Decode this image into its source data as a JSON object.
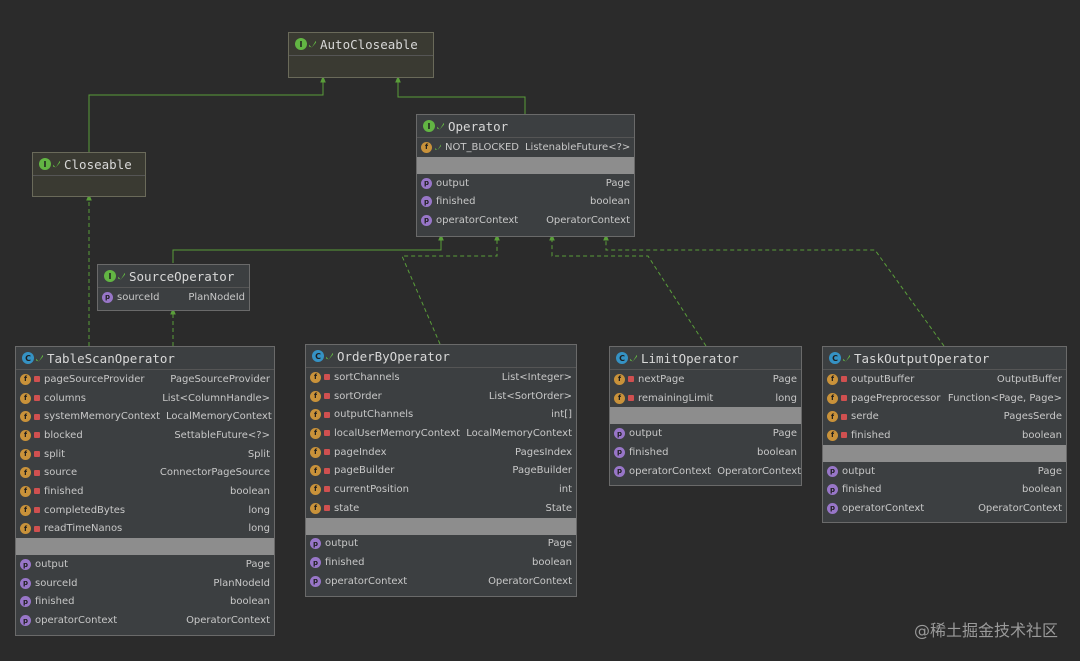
{
  "colors": {
    "background": "#2b2b2b",
    "edge": "#5a9e3a",
    "class_badge": "#3592c4",
    "interface_badge": "#62b543",
    "field_badge": "#c9923a",
    "property_badge": "#9876c8",
    "separator": "#8d8d8d"
  },
  "nodes": {
    "autocloseable": {
      "title": "AutoCloseable",
      "kind": "i"
    },
    "closeable": {
      "title": "Closeable",
      "kind": "i"
    },
    "operator": {
      "title": "Operator",
      "kind": "i",
      "fields": [
        {
          "name": "NOT_BLOCKED",
          "type": "ListenableFuture<?>",
          "badge": "f",
          "access": "public"
        }
      ],
      "props": [
        {
          "name": "output",
          "type": "Page"
        },
        {
          "name": "finished",
          "type": "boolean"
        },
        {
          "name": "operatorContext",
          "type": "OperatorContext"
        }
      ]
    },
    "sourceoperator": {
      "title": "SourceOperator",
      "kind": "i",
      "props": [
        {
          "name": "sourceId",
          "type": "PlanNodeId"
        }
      ]
    },
    "tablescan": {
      "title": "TableScanOperator",
      "kind": "c",
      "fields": [
        {
          "name": "pageSourceProvider",
          "type": "PageSourceProvider"
        },
        {
          "name": "columns",
          "type": "List<ColumnHandle>"
        },
        {
          "name": "systemMemoryContext",
          "type": "LocalMemoryContext"
        },
        {
          "name": "blocked",
          "type": "SettableFuture<?>"
        },
        {
          "name": "split",
          "type": "Split"
        },
        {
          "name": "source",
          "type": "ConnectorPageSource"
        },
        {
          "name": "finished",
          "type": "boolean"
        },
        {
          "name": "completedBytes",
          "type": "long"
        },
        {
          "name": "readTimeNanos",
          "type": "long"
        }
      ],
      "props": [
        {
          "name": "output",
          "type": "Page"
        },
        {
          "name": "sourceId",
          "type": "PlanNodeId"
        },
        {
          "name": "finished",
          "type": "boolean"
        },
        {
          "name": "operatorContext",
          "type": "OperatorContext"
        }
      ]
    },
    "orderby": {
      "title": "OrderByOperator",
      "kind": "c",
      "fields": [
        {
          "name": "sortChannels",
          "type": "List<Integer>"
        },
        {
          "name": "sortOrder",
          "type": "List<SortOrder>"
        },
        {
          "name": "outputChannels",
          "type": "int[]"
        },
        {
          "name": "localUserMemoryContext",
          "type": "LocalMemoryContext"
        },
        {
          "name": "pageIndex",
          "type": "PagesIndex"
        },
        {
          "name": "pageBuilder",
          "type": "PageBuilder"
        },
        {
          "name": "currentPosition",
          "type": "int"
        },
        {
          "name": "state",
          "type": "State"
        }
      ],
      "props": [
        {
          "name": "output",
          "type": "Page"
        },
        {
          "name": "finished",
          "type": "boolean"
        },
        {
          "name": "operatorContext",
          "type": "OperatorContext"
        }
      ]
    },
    "limit": {
      "title": "LimitOperator",
      "kind": "c",
      "fields": [
        {
          "name": "nextPage",
          "type": "Page"
        },
        {
          "name": "remainingLimit",
          "type": "long"
        }
      ],
      "props": [
        {
          "name": "output",
          "type": "Page"
        },
        {
          "name": "finished",
          "type": "boolean"
        },
        {
          "name": "operatorContext",
          "type": "OperatorContext"
        }
      ]
    },
    "taskoutput": {
      "title": "TaskOutputOperator",
      "kind": "c",
      "fields": [
        {
          "name": "outputBuffer",
          "type": "OutputBuffer"
        },
        {
          "name": "pagePreprocessor",
          "type": "Function<Page, Page>"
        },
        {
          "name": "serde",
          "type": "PagesSerde"
        },
        {
          "name": "finished",
          "type": "boolean"
        }
      ],
      "props": [
        {
          "name": "output",
          "type": "Page"
        },
        {
          "name": "finished",
          "type": "boolean"
        },
        {
          "name": "operatorContext",
          "type": "OperatorContext"
        }
      ]
    }
  },
  "watermark": "@稀土掘金技术社区"
}
